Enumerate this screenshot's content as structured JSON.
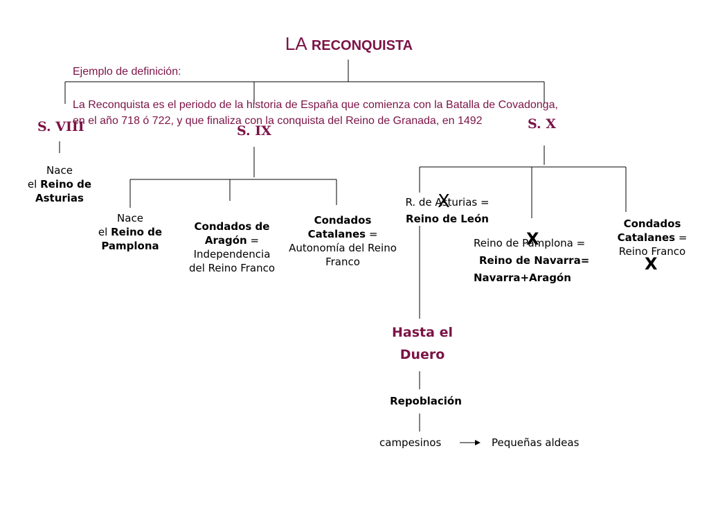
{
  "title": {
    "part1": "LA",
    "part2": "RECONQUISTA"
  },
  "definition": {
    "heading": "Ejemplo de definición:",
    "line1": "La Reconquista es el periodo de la historia de España que comienza con la Batalla de Covadonga,",
    "line2": "en el año 718 ó 722, y que finaliza con la conquista del Reino de Granada, en 1492"
  },
  "centuries": {
    "s8": "S. VIII",
    "s9": "S. IX",
    "s10": "S. X"
  },
  "s8": {
    "line1": "Nace",
    "line2_pre": "el ",
    "line2_bold": "Reino de",
    "line3": "Asturias"
  },
  "s9": {
    "pamplona": {
      "line1": "Nace",
      "line2_pre": "el ",
      "line2_bold": "Reino de",
      "line3": "Pamplona"
    },
    "aragon": {
      "bold1": "Condados de",
      "bold2": "Aragón",
      "eq": " =",
      "line3": "Independencia",
      "line4": "del Reino Franco"
    },
    "catalanes": {
      "bold1": "Condados",
      "bold2": "Catalanes",
      "eq": "  =",
      "line3": "Autonomía del Reino",
      "line4": "Franco"
    }
  },
  "s10": {
    "asturias": {
      "line1": "R. de Asturias =",
      "line2": "Reino de León"
    },
    "pamplona": {
      "line1": "Reino de Pamplona =",
      "line2": "Reino de Navarra=",
      "line3": "Navarra+Aragón"
    },
    "catalanes": {
      "bold1": "Condados",
      "bold2": "Catalanes",
      "eq": "  =",
      "line3": "Reino Franco"
    },
    "crosses": {
      "asturias": "X",
      "pamplona": "X",
      "catalanes": "X"
    }
  },
  "duero": {
    "line1": "Hasta el",
    "line2": "Duero"
  },
  "repoblacion": "Repoblación",
  "campesinos": "campesinos",
  "aldeas": "Pequeñas aldeas"
}
